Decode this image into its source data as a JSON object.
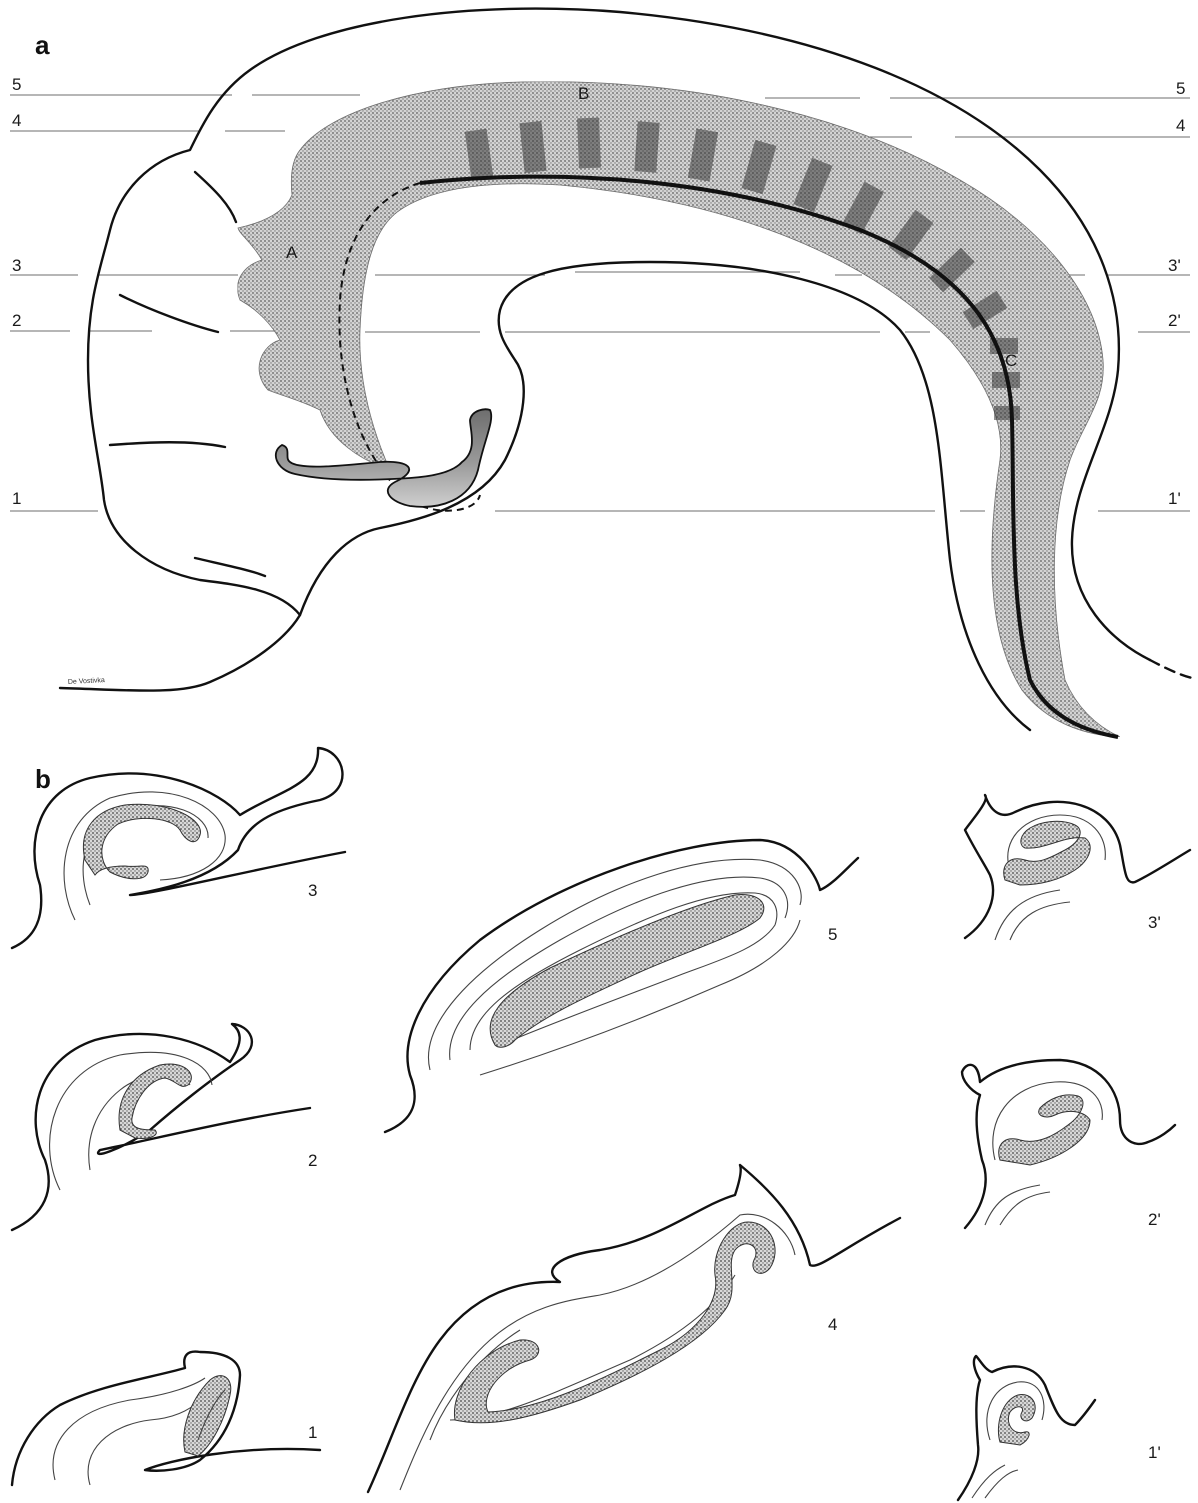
{
  "panels": {
    "a": "a",
    "b": "b"
  },
  "region_labels": {
    "A": "A",
    "B": "B",
    "C": "C"
  },
  "section_levels_left": [
    "5",
    "4",
    "3",
    "2",
    "1"
  ],
  "section_levels_right": [
    "5",
    "4",
    "3'",
    "2'",
    "1'"
  ],
  "section_captions": {
    "s3": "3",
    "s2": "2",
    "s1": "1",
    "s5": "5",
    "s4": "4",
    "s3p": "3'",
    "s2p": "2'",
    "s1p": "1'"
  },
  "colors": {
    "ink": "#111111",
    "guide": "#8a8a8a",
    "stipple": "#5a5a5a"
  },
  "artist_signature": "De Vostivka"
}
